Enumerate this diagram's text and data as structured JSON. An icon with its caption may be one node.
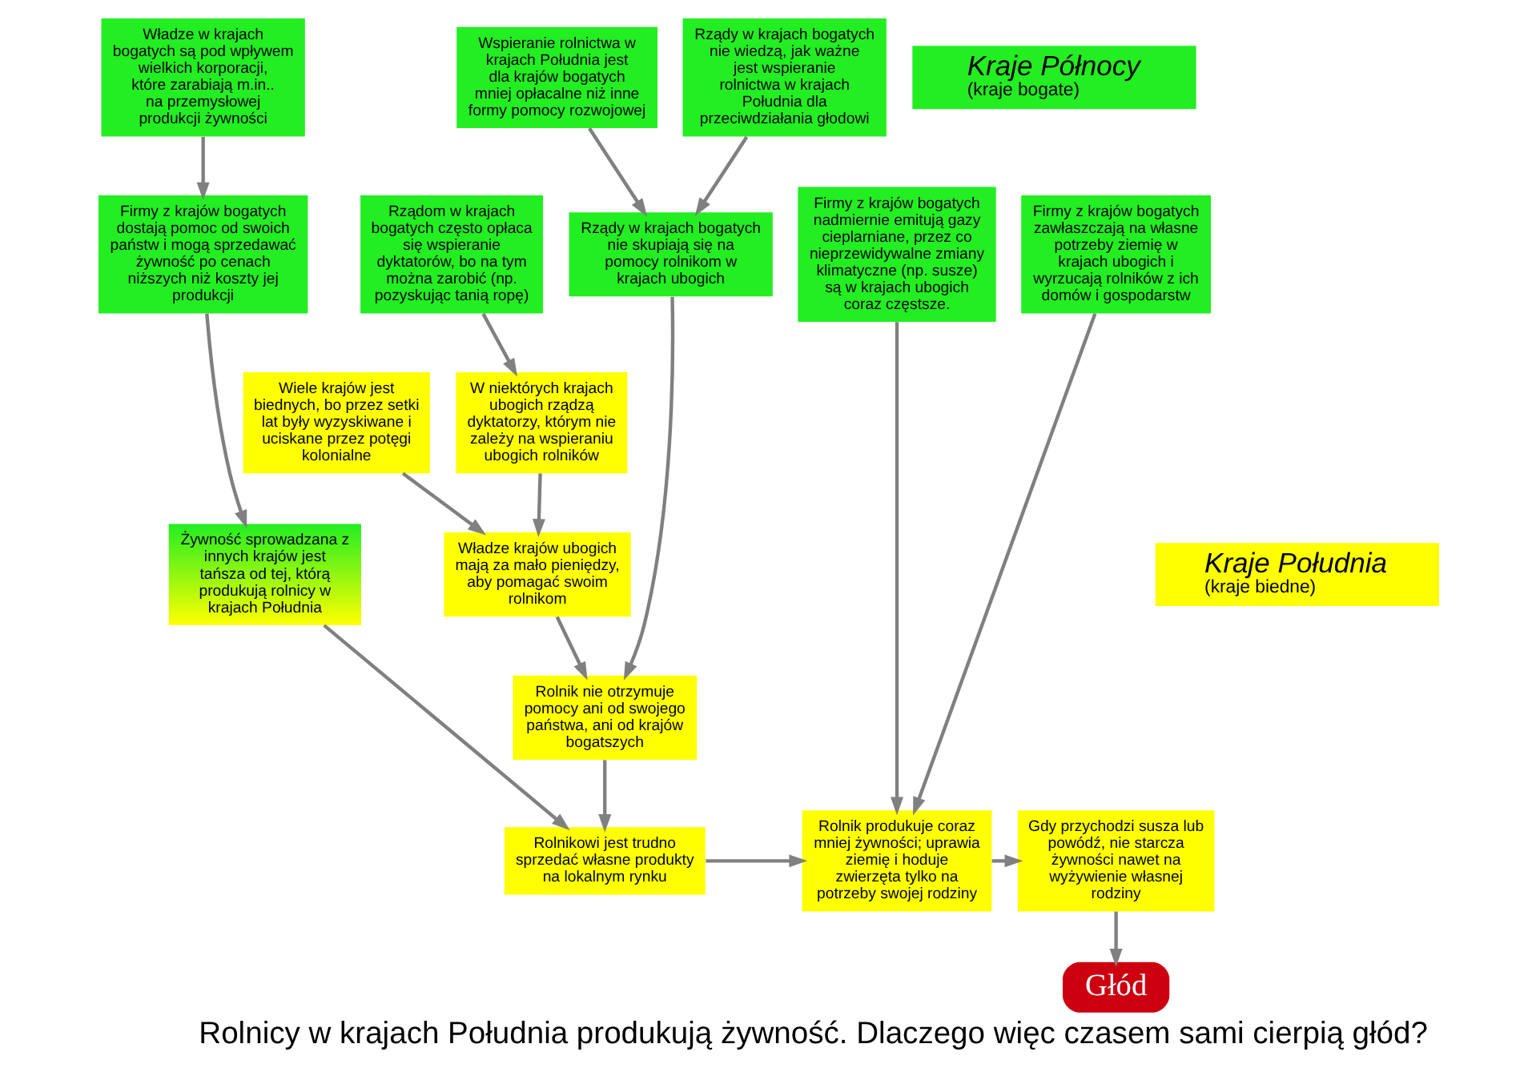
{
  "diagram": {
    "caption": "Rolnicy w krajach Południa produkują żywność. Dlaczego więc czasem sami cierpią głód?",
    "nodes": [
      {
        "text": [
          "Rządy w krajach bogatych nie wiedzą, jak ważne jest wspieranie rolnictwa w krajach Południa dla przeciwdziałania głodowi"
        ]
      },
      {
        "text": [
          "Wspieranie rolnictwa w krajach Południa jest dla krajów bogatych mniej opłacalne niż inne formy pomocy rozwojowej"
        ]
      },
      {
        "text": [
          "Władze w krajach bogatych są pod wpływem wielkich korporacji, które zarabiają m.in.. na przemysłowej produkcji żywności"
        ]
      },
      {
        "text": [
          "Kraje Północy",
          "(kraje bogate)"
        ]
      },
      {
        "text": [
          "Rządom w krajach bogatych często opłaca się wspieranie dyktatorów, bo na tym można zarobić (np. pozyskując tanią ropę)"
        ]
      },
      {
        "text": [
          "Rządy w krajach bogatych nie skupiają się na pomocy rolnikom w krajach ubogich"
        ]
      },
      {
        "text": [
          "Firmy z krajów bogatych dostają pomoc od swoich państw i mogą sprzedawać żywność po cenach niższych niż koszty jej produkcji"
        ]
      },
      {
        "text": [
          "Firmy z krajów bogatych nadmiernie emitują gazy cieplarniane, przez co nieprzewidywalne zmiany klimatyczne (np. susze) są w krajach ubogich coraz częstsze."
        ]
      },
      {
        "text": [
          "Firmy z krajów bogatych zawłaszczają na własne potrzeby ziemię w krajach ubogich i wyrzucają rolników z ich domów i gospodarstw"
        ]
      },
      {
        "text": [
          "Żywność sprowadzana z innych krajów jest tańsza od tej, którą produkują rolnicy w krajach Południa"
        ]
      },
      {
        "text": [
          "W niektórych krajach ubogich rządzą dyktatorzy, którym nie zależy na wspieraniu ubogich rolników"
        ]
      },
      {
        "text": [
          "Rolnik nie otrzymuje pomocy ani od swojego państwa, ani od krajów bogatszych"
        ]
      },
      {
        "text": [
          "Rolnikowi jest trudno sprzedać własne produkty na lokalnym rynku"
        ]
      },
      {
        "text": [
          "Rolnik produkuje coraz mniej żywności; uprawia ziemię i hoduje zwierzęta tylko na potrzeby swojej rodziny"
        ]
      },
      {
        "text": [
          "Gdy przychodzi susza lub powódź, nie starcza żywności nawet na wyżywienie własnej rodziny"
        ]
      },
      {
        "text": [
          "Głód"
        ]
      },
      {
        "text": [
          "Władze krajów ubogich mają za mało pieniędzy, aby pomagać swoim rolnikom"
        ]
      },
      {
        "text": [
          "Wiele krajów jest biednych, bo przez setki lat były wyzyskiwane i uciskane przez potęgi kolonialne"
        ]
      },
      {
        "text": [
          "Kraje Południa",
          "(kraje biedne)"
        ]
      }
    ],
    "edges": [
      {
        "from": 0,
        "to": 5,
        "arrow": "to"
      },
      {
        "from": 1,
        "to": 5,
        "arrow": "to"
      },
      {
        "from": 2,
        "to": 6,
        "arrow": "to"
      },
      {
        "from": 4,
        "to": 10,
        "arrow": "to"
      },
      {
        "from": 5,
        "to": 11,
        "arrow": "to"
      },
      {
        "from": 6,
        "to": 9,
        "arrow": "to"
      },
      {
        "from": 7,
        "to": 13,
        "arrow": "to"
      },
      {
        "from": 8,
        "to": 13,
        "arrow": "to"
      },
      {
        "from": 9,
        "to": 12,
        "arrow": "to"
      },
      {
        "from": 11,
        "to": 12,
        "arrow": "to"
      },
      {
        "from": 12,
        "to": 13,
        "arrow": "to"
      },
      {
        "from": 13,
        "to": 14,
        "arrow": "to"
      },
      {
        "from": 14,
        "to": 15,
        "arrow": "to"
      },
      {
        "from": 10,
        "to": 16,
        "arrow": "to"
      },
      {
        "from": 17,
        "to": 16,
        "arrow": "to"
      },
      {
        "from": 16,
        "to": 11,
        "arrow": "to"
      }
    ]
  }
}
